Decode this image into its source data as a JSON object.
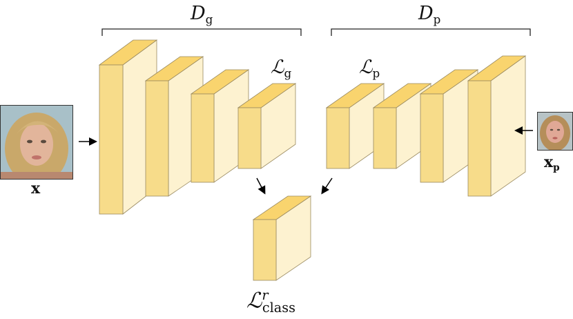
{
  "title_left": {
    "symbol": "D",
    "subscript": "g"
  },
  "title_right": {
    "symbol": "D",
    "subscript": "p"
  },
  "loss_g": {
    "symbol": "ℒ",
    "subscript": "g"
  },
  "loss_p": {
    "symbol": "ℒ",
    "subscript": "p"
  },
  "loss_class": {
    "symbol": "ℒ",
    "superscript": "r",
    "subscript": "class"
  },
  "input_left": {
    "label": "x"
  },
  "input_right": {
    "label": "x",
    "subscript": "p"
  },
  "colors": {
    "block_front": "#f7dc8a",
    "block_side": "#fdf2d0",
    "block_top": "#f9d46e",
    "outline": "#9a8a60"
  }
}
